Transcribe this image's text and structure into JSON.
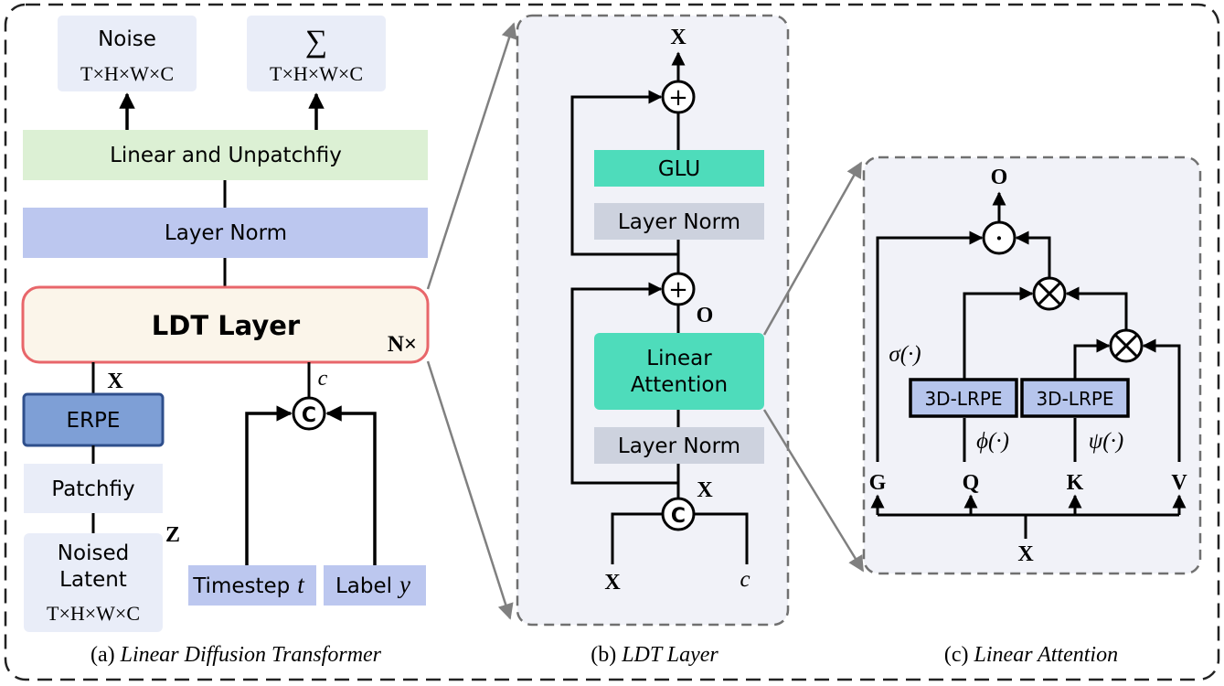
{
  "panel_a": {
    "noise_title": "Noise",
    "noise_dims": "T×H×W×C",
    "sum_symbol": "∑",
    "sum_dims": "T×H×W×C",
    "linear_unpatchify": "Linear and Unpatchfiy",
    "layer_norm": "Layer Norm",
    "ldt_layer": "LDT Layer",
    "n_times": "N×",
    "x_label": "X",
    "c_label": "c",
    "concat": "C",
    "erpe": "ERPE",
    "patchify": "Patchfiy",
    "noised_latent_line1": "Noised",
    "noised_latent_line2": "Latent",
    "noised_dims": "T×H×W×C",
    "z_label": "Z",
    "timestep_text": "Timestep",
    "timestep_var": "t",
    "label_text": "Label",
    "label_var": "y",
    "caption_prefix": "(a)",
    "caption_title": "Linear Diffusion Transformer"
  },
  "panel_b": {
    "x_out": "X",
    "plus_top": "+",
    "glu": "GLU",
    "layer_norm_top": "Layer Norm",
    "plus_mid": "+",
    "o_label": "O",
    "linear_attention_line1": "Linear",
    "linear_attention_line2": "Attention",
    "layer_norm_bottom": "Layer Norm",
    "x_after_concat": "X",
    "concat": "C",
    "x_in": "X",
    "c_in": "c",
    "caption_prefix": "(b)",
    "caption_title": "LDT Layer"
  },
  "panel_c": {
    "o_out": "O",
    "dot_op": "·",
    "sigma": "σ(·)",
    "lrpe_left": "3D-LRPE",
    "lrpe_right": "3D-LRPE",
    "phi": "ϕ(·)",
    "psi": "ψ(·)",
    "g": "G",
    "q": "Q",
    "k": "K",
    "v": "V",
    "x_in": "X",
    "caption_prefix": "(c)",
    "caption_title": "Linear Attention"
  },
  "colors": {
    "green_box": "#dcf0d4",
    "blue_box": "#bcc7ef",
    "ldt_fill": "#fbf5ea",
    "ldt_border": "#e8666a",
    "erpe_fill": "#7e9fd6",
    "erpe_border": "#2f4f8c",
    "light_box": "#e9edf8",
    "teal": "#4edcbb",
    "gray_box": "#cdd2de",
    "lrpe_fill": "#b6c5ec",
    "panel_bg": "#f1f2f8"
  }
}
